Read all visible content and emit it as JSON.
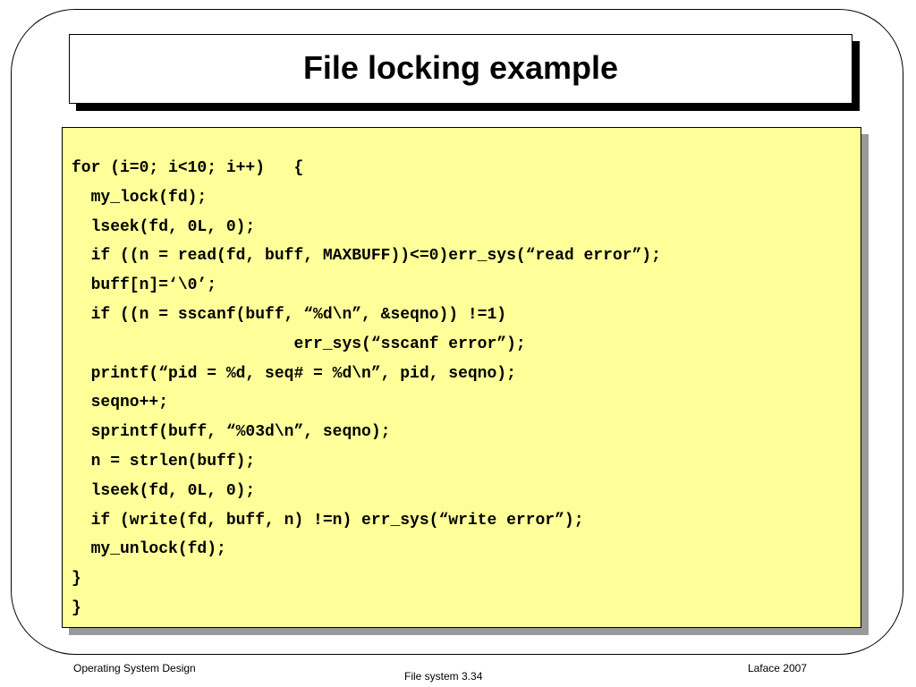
{
  "slide": {
    "title": "File locking example",
    "code_lines": [
      "for (i=0; i<10; i++)   {",
      "  my_lock(fd);",
      "  lseek(fd, 0L, 0);",
      "  if ((n = read(fd, buff, MAXBUFF))<=0)err_sys(“read error”);",
      "  buff[n]=‘\\0’;",
      "  if ((n = sscanf(buff, “%d\\n”, &seqno)) !=1)",
      "                       err_sys(“sscanf error”);",
      "  printf(“pid = %d, seq# = %d\\n”, pid, seqno);",
      "  seqno++;",
      "  sprintf(buff, “%03d\\n”, seqno);",
      "  n = strlen(buff);",
      "  lseek(fd, 0L, 0);",
      "  if (write(fd, buff, n) !=n) err_sys(“write error”);",
      "  my_unlock(fd);",
      "}",
      "}"
    ],
    "code_background": "#ffff99"
  },
  "footer": {
    "left": "Operating System Design",
    "center": "File system 3.34",
    "right": "Laface 2007"
  }
}
